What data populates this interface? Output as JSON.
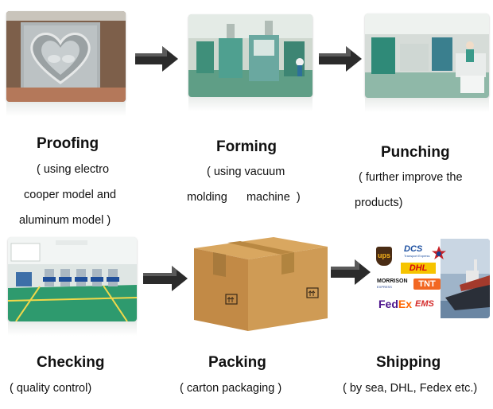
{
  "steps": {
    "proofing": {
      "title": "Proofing",
      "lines": [
        "( using electro",
        "cooper model and",
        "aluminum model  )"
      ]
    },
    "forming": {
      "title": "Forming",
      "lines": [
        "( using vacuum",
        "molding      machine  )"
      ]
    },
    "punching": {
      "title": "Punching",
      "lines": [
        "( further improve the",
        "products)"
      ]
    },
    "checking": {
      "title": "Checking",
      "lines": [
        "( quality control)"
      ]
    },
    "packing": {
      "title": "Packing",
      "lines": [
        "( carton packaging )"
      ]
    },
    "shipping": {
      "title": "Shipping",
      "lines": [
        "( by sea, DHL, Fedex etc.)"
      ]
    }
  },
  "logos": {
    "ups": "ups",
    "dcs": "DCS",
    "dcs_sub": "Transport Express",
    "dhl": "DHL",
    "morrison": "MORRISON",
    "morrison_sub": "EXPRESS",
    "tnt": "TNT",
    "fedex_a": "Fed",
    "fedex_b": "Ex",
    "ems": "EMS"
  },
  "colors": {
    "arrow": "#2b2b2b",
    "box": "#c8944e",
    "tape": "#a87a3c",
    "floor_green": "#2e9a6e",
    "dhl_yellow": "#f6c400",
    "fedex_purple": "#4d148c",
    "fedex_orange": "#ff6600"
  }
}
